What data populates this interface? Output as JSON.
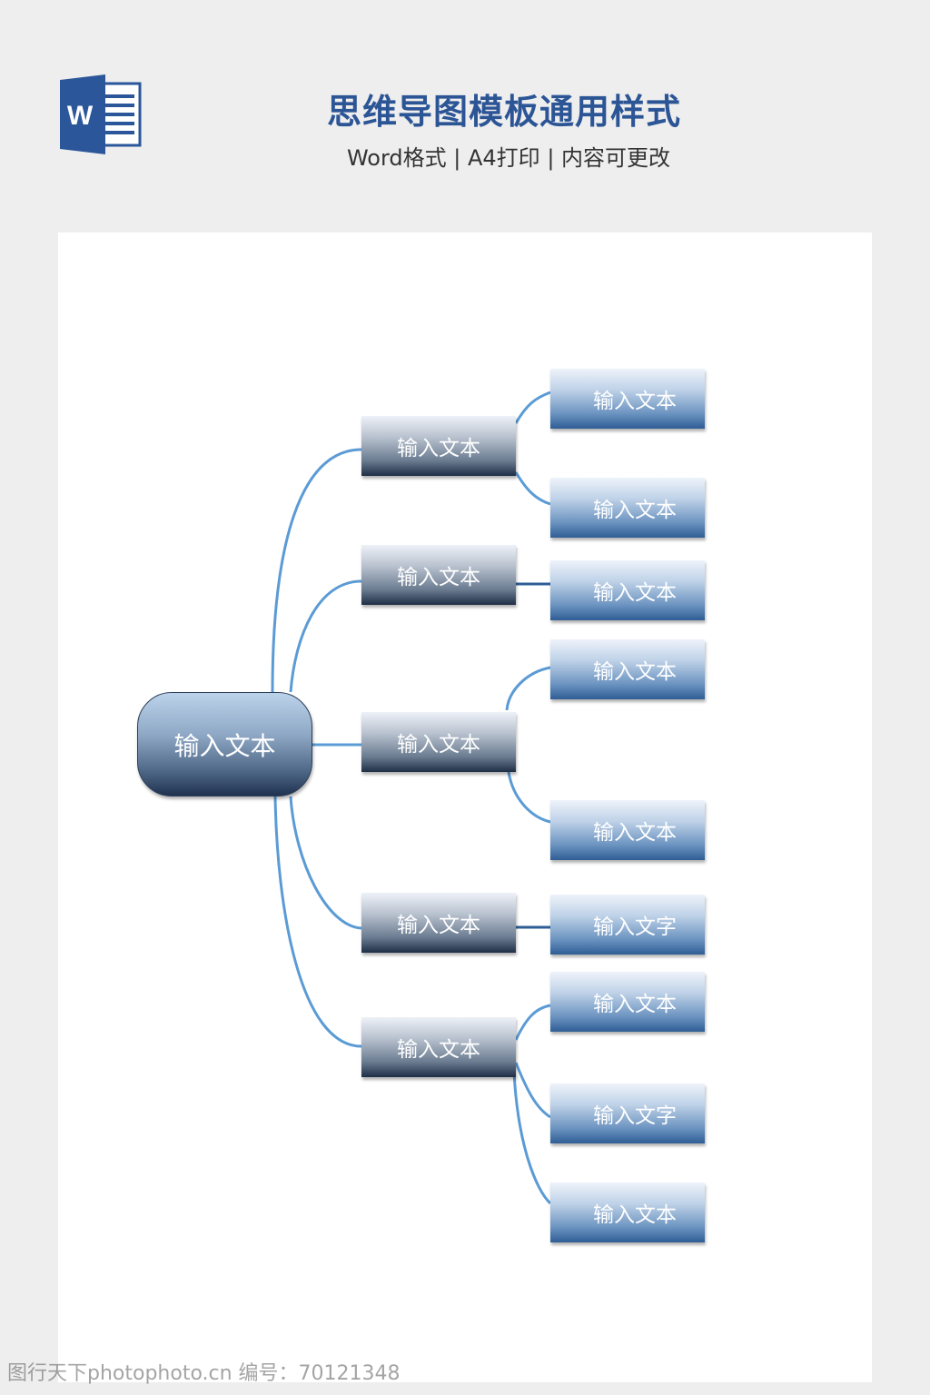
{
  "header": {
    "title": "思维导图模板通用样式",
    "subtitle": "Word格式 | A4打印 | 内容可更改",
    "logo_letter": "W"
  },
  "colors": {
    "title": "#2c5596",
    "connector": "#5b9bd5",
    "logo": "#2b579a"
  },
  "mindmap": {
    "root": "输入文本",
    "branches": [
      {
        "label": "输入文本",
        "children": [
          "输入文本",
          "输入文本"
        ]
      },
      {
        "label": "输入文本",
        "children": [
          "输入文本"
        ]
      },
      {
        "label": "输入文本",
        "children": [
          "输入文本",
          "输入文本"
        ]
      },
      {
        "label": "输入文本",
        "children": [
          "输入文字"
        ]
      },
      {
        "label": "输入文本",
        "children": [
          "输入文本",
          "输入文字",
          "输入文本"
        ]
      }
    ]
  },
  "watermark": "图行天下photophoto.cn 编号：70121348"
}
